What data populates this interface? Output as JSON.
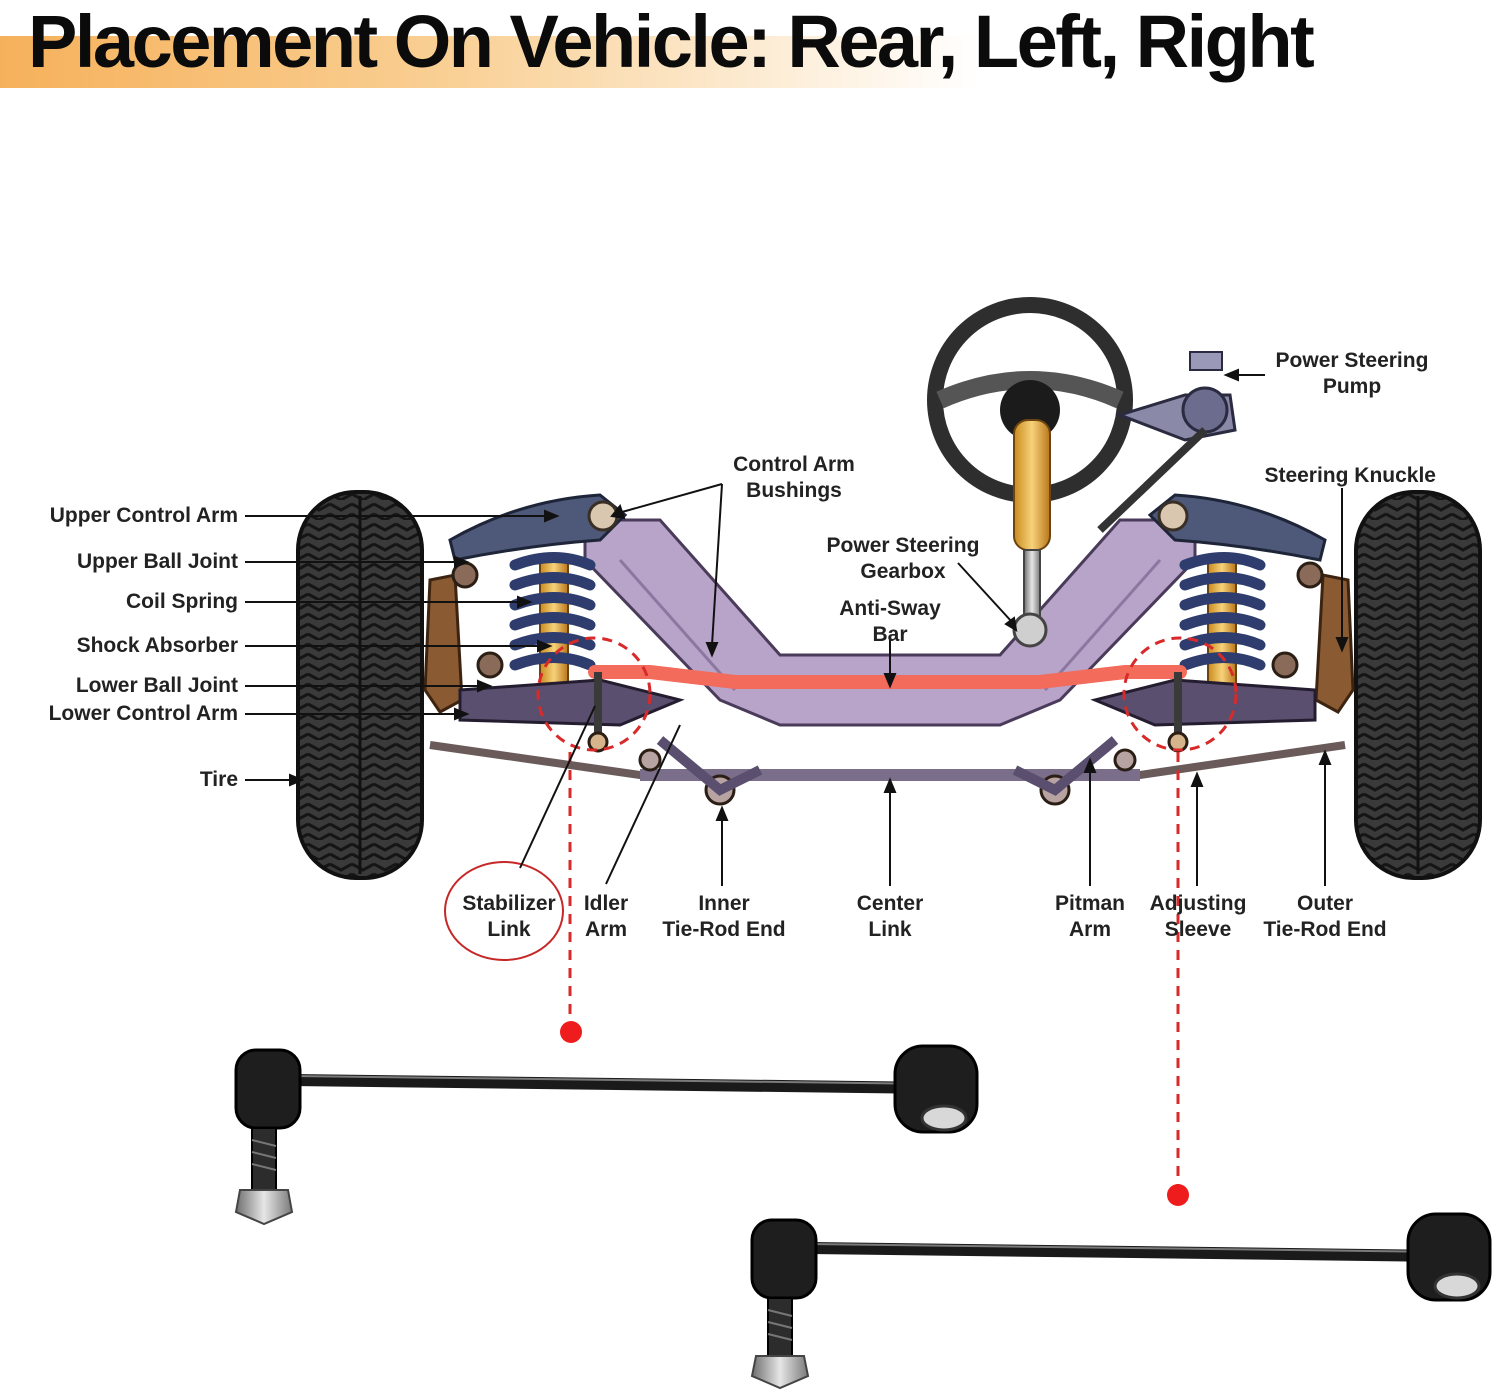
{
  "title": "Placement On Vehicle: Rear, Left, Right",
  "colors": {
    "title_band": "#f6b15b",
    "frame": "#b8a3c9",
    "anti_sway_bar": "#f26b5b",
    "highlight_red": "#d92a2a",
    "coil_spring": "#2f3d6e",
    "tire": "#2a2a2a"
  },
  "labels": {
    "upper_control_arm": "Upper Control Arm",
    "upper_ball_joint": "Upper Ball Joint",
    "coil_spring": "Coil Spring",
    "shock_absorber": "Shock Absorber",
    "lower_ball_joint": "Lower Ball Joint",
    "lower_control_arm": "Lower Control Arm",
    "tire": "Tire",
    "control_arm_bushings": [
      "Control Arm",
      "Bushings"
    ],
    "power_steering_gearbox": [
      "Power Steering",
      "Gearbox"
    ],
    "anti_sway_bar": [
      "Anti-Sway",
      "Bar"
    ],
    "power_steering_pump": [
      "Power Steering",
      "Pump"
    ],
    "steering_knuckle": "Steering Knuckle",
    "stabilizer_link": [
      "Stabilizer",
      "Link"
    ],
    "idler_arm": [
      "Idler",
      "Arm"
    ],
    "inner_tie_rod_end": [
      "Inner",
      "Tie-Rod End"
    ],
    "center_link": [
      "Center",
      "Link"
    ],
    "pitman_arm": [
      "Pitman",
      "Arm"
    ],
    "adjusting_sleeve": [
      "Adjusting",
      "Sleeve"
    ],
    "outer_tie_rod_end": [
      "Outer",
      "Tie-Rod End"
    ]
  },
  "products": [
    {
      "name": "stabilizer-link-left"
    },
    {
      "name": "stabilizer-link-right"
    }
  ]
}
